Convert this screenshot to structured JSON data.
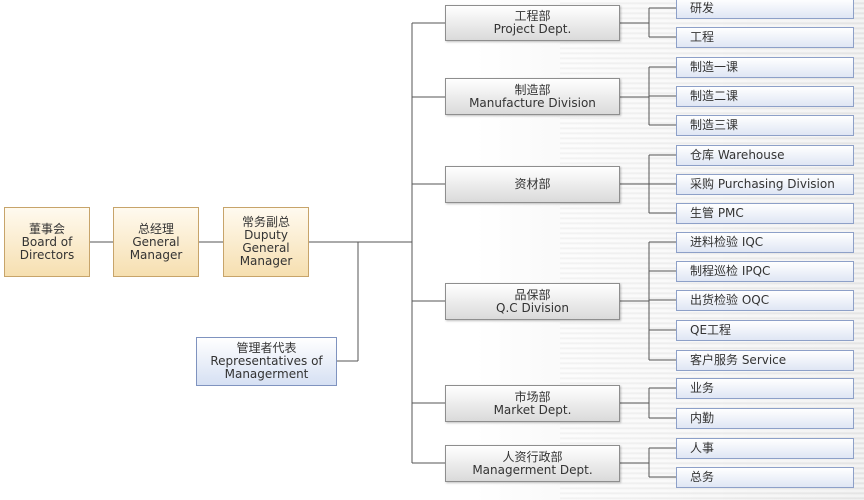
{
  "left_chain": {
    "board": {
      "zh": "董事会",
      "en1": "Board of",
      "en2": "Directors"
    },
    "gm": {
      "zh": "总经理",
      "en1": "General",
      "en2": "Manager"
    },
    "dgm": {
      "zh": "常务副总",
      "en1": "Duputy",
      "en2": "General",
      "en3": "Manager"
    }
  },
  "representative": {
    "zh": "管理者代表",
    "en1": "Representatives of",
    "en2": "Managerment"
  },
  "departments": [
    {
      "zh": "工程部",
      "en": "Project Dept.",
      "subs": [
        "研发",
        "工程"
      ]
    },
    {
      "zh": "制造部",
      "en": "Manufacture Division",
      "subs": [
        "制造一课",
        "制造二课",
        "制造三课"
      ]
    },
    {
      "zh": "资材部",
      "en": "",
      "subs": [
        "仓库  Warehouse",
        "采购  Purchasing Division",
        "生管  PMC"
      ]
    },
    {
      "zh": "品保部",
      "en": "Q.C Division",
      "subs": [
        "进料检验  IQC",
        "制程巡检  IPQC",
        "出货检验  OQC",
        "QE工程",
        "客户服务  Service"
      ]
    },
    {
      "zh": "市场部",
      "en": "Market Dept.",
      "subs": [
        "业务",
        "内勤"
      ]
    },
    {
      "zh": "人资行政部",
      "en": "Managerment Dept.",
      "subs": [
        "人事",
        "总务"
      ]
    }
  ],
  "colors": {
    "line": "#555555",
    "gold_border": "#c7a46a",
    "dept_border": "#8e8e8e",
    "leaf_border": "#8da0c8"
  }
}
